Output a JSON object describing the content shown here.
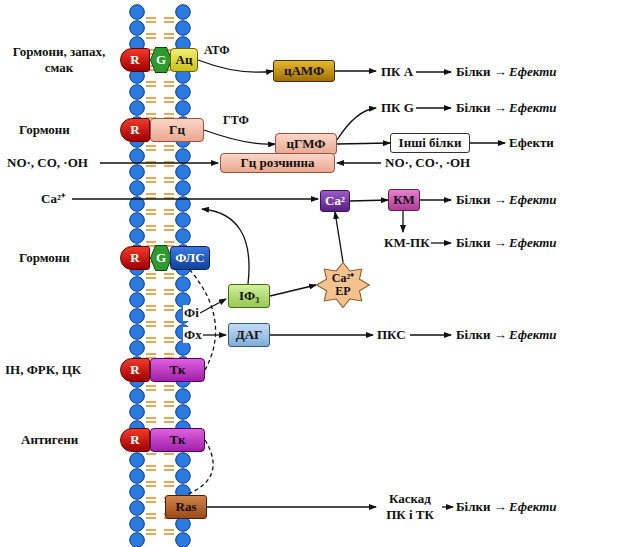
{
  "diagram": {
    "nodes": [
      {
        "text": [
          "R"
        ]
      },
      {
        "text": [
          "G"
        ]
      },
      {
        "text": [
          "Ац"
        ]
      },
      {
        "text": [
          "цАМФ"
        ]
      },
      {
        "text": [
          "R"
        ]
      },
      {
        "text": [
          "Гц"
        ]
      },
      {
        "text": [
          "цГМФ"
        ]
      },
      {
        "text": [
          "Інші білки"
        ]
      },
      {
        "text": [
          "Гц розчинна"
        ]
      },
      {
        "text": [
          "Ca²"
        ]
      },
      {
        "text": [
          "КМ"
        ]
      },
      {
        "text": [
          "R"
        ]
      },
      {
        "text": [
          "G"
        ]
      },
      {
        "text": [
          "ФЛС"
        ]
      },
      {
        "text": [
          "IФ₃"
        ]
      },
      {
        "text": [
          "Ca²⁺ ЕР"
        ]
      },
      {
        "text": [
          "ДАГ"
        ]
      },
      {
        "text": [
          "R"
        ]
      },
      {
        "text": [
          "Тк"
        ]
      },
      {
        "text": [
          "R"
        ]
      },
      {
        "text": [
          "Тк"
        ]
      },
      {
        "text": [
          "Ras"
        ]
      }
    ],
    "edges": [
      {
        "from": 2,
        "to": 3,
        "label": "АТФ",
        "arrow": "to"
      },
      {
        "from": 5,
        "to": 6,
        "label": "ГТФ",
        "arrow": "to"
      },
      {
        "from": 6,
        "to": 7,
        "arrow": "to"
      },
      {
        "from": 9,
        "to": 10,
        "arrow": "to"
      },
      {
        "from": 14,
        "to": 15,
        "arrow": "to"
      },
      {
        "from": 15,
        "to": 9,
        "arrow": "to"
      },
      {
        "from": 18,
        "to": 13,
        "arrow": "none"
      },
      {
        "from": 20,
        "to": 21,
        "arrow": "none"
      }
    ],
    "labels": [
      "Гормони, запах, смак",
      "ПК А",
      "Білки →",
      "Ефекти",
      "ПК G",
      "Білки →",
      "Ефекти",
      "Гормони",
      "Ефекти",
      "NO·, CO, ·OH",
      "NO·, CO·, ·OH",
      "Ca²⁺",
      "Білки →",
      "Ефекти",
      "КМ-ПК",
      "Білки →",
      "Ефекти",
      "Гормони",
      "Фі",
      "Фх",
      "ПКС",
      "Білки →",
      "Ефекти",
      "ІН, ФРК, ЦК",
      "Антигени",
      "Каскад ПК і ТК",
      "Білки →",
      "Ефекти"
    ]
  }
}
